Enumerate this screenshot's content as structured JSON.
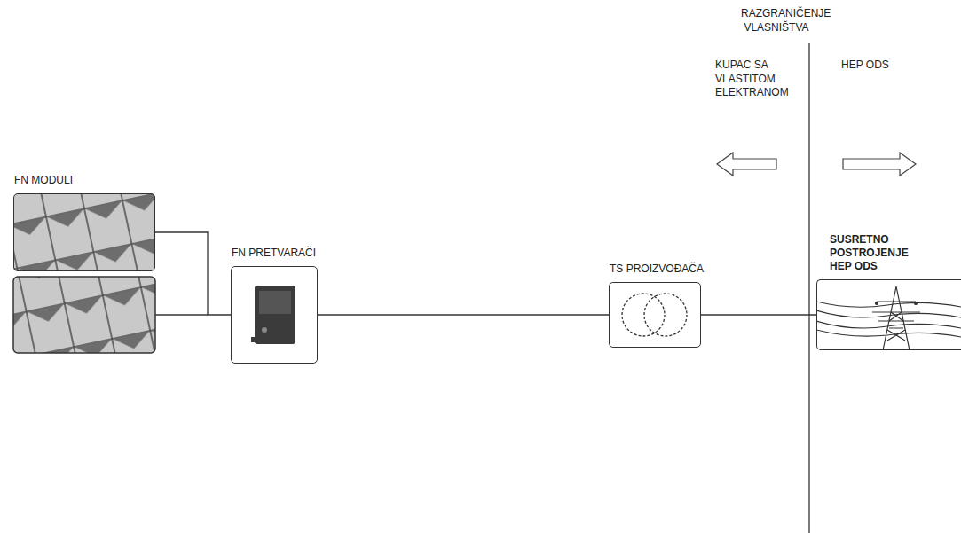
{
  "diagram": {
    "nodes": [
      {
        "text": [
          "FN MODULI"
        ]
      },
      {
        "text": [
          "FN PRETVARAČI"
        ]
      },
      {
        "text": [
          "TS PROIZVOĐAČA"
        ]
      },
      {
        "text": [
          "SUSRETNO POSTROJENJE HEP ODS"
        ]
      }
    ],
    "edges": [
      {
        "from": 0,
        "to": 1,
        "arrow": "none"
      },
      {
        "from": 1,
        "to": 2,
        "arrow": "none"
      },
      {
        "from": 2,
        "to": 3,
        "arrow": "none"
      }
    ],
    "labels": [
      "RAZGRANIČENJE VLASNIŠTVA",
      "KUPAC SA VLASTITOM ELEKTRANOM",
      "HEP ODS"
    ]
  }
}
